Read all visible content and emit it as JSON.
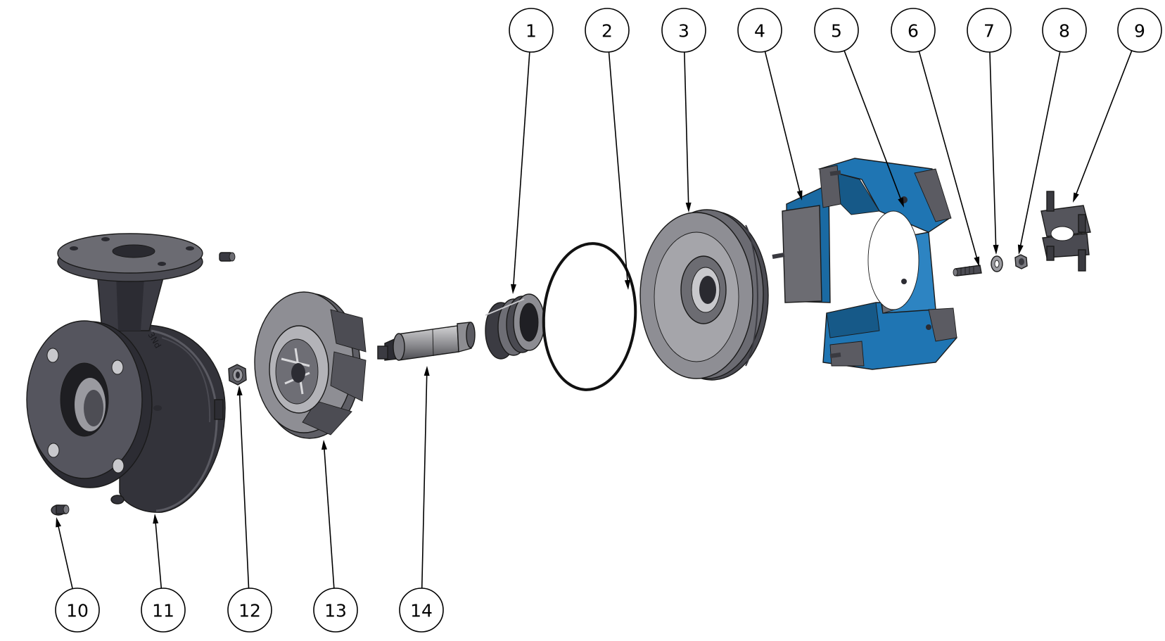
{
  "balloons": [
    {
      "id": 1,
      "label": "1"
    },
    {
      "id": 2,
      "label": "2"
    },
    {
      "id": 3,
      "label": "3"
    },
    {
      "id": 4,
      "label": "4"
    },
    {
      "id": 5,
      "label": "5"
    },
    {
      "id": 6,
      "label": "6"
    },
    {
      "id": 7,
      "label": "7"
    },
    {
      "id": 8,
      "label": "8"
    },
    {
      "id": 9,
      "label": "9"
    },
    {
      "id": 10,
      "label": "10"
    },
    {
      "id": 11,
      "label": "11"
    },
    {
      "id": 12,
      "label": "12"
    },
    {
      "id": 13,
      "label": "13"
    },
    {
      "id": 14,
      "label": "14"
    }
  ],
  "casting_text": "3Nd",
  "colors": {
    "steel_dark": "#3c3c44",
    "steel_mid": "#6a6a70",
    "steel_light": "#a9a9ad",
    "lantern_blue": "#1f6fa8",
    "lantern_blue_dark": "#154f7a",
    "background": "#ffffff"
  }
}
